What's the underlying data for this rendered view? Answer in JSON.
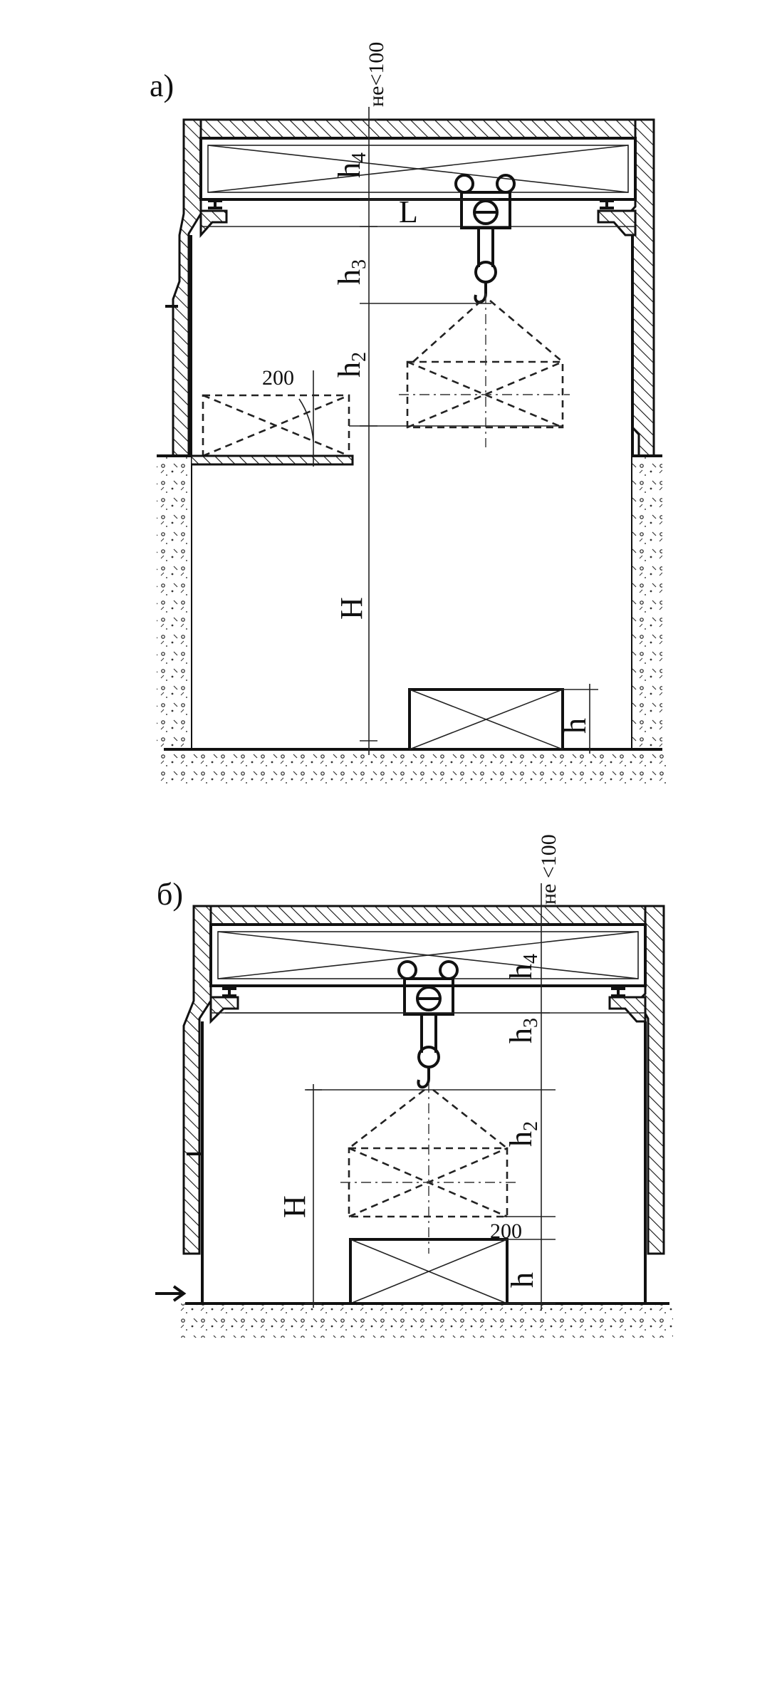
{
  "figure": {
    "panel_a": {
      "tag": "а)",
      "clearance": "не<100",
      "dim_h4": "h",
      "dim_h4_sub": "4",
      "dim_h3": "h",
      "dim_h3_sub": "3",
      "dim_h2": "h",
      "dim_h2_sub": "2",
      "dim_H": "H",
      "dim_L": "L",
      "dim_h": "h",
      "dim_200": "200"
    },
    "panel_b": {
      "tag": "б)",
      "clearance": "не <100",
      "dim_h4": "h",
      "dim_h4_sub": "4",
      "dim_h3": "h",
      "dim_h3_sub": "3",
      "dim_h2": "h",
      "dim_h2_sub": "2",
      "dim_H": "H",
      "dim_h": "h",
      "dim_200": "200"
    }
  }
}
